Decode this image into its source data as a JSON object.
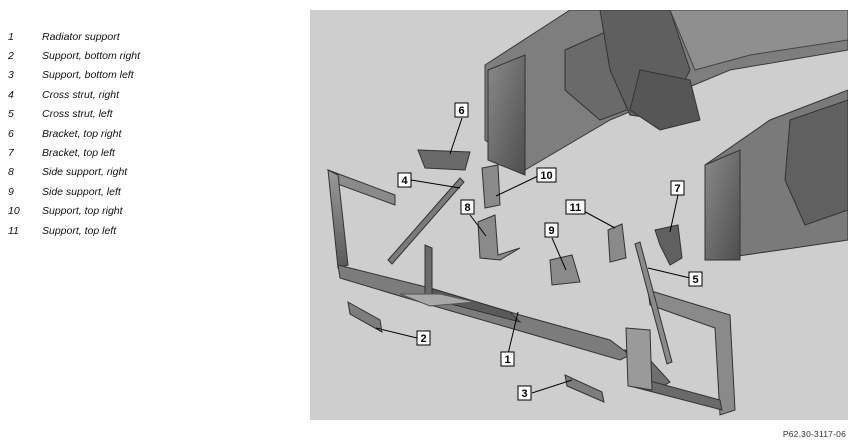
{
  "legend": {
    "items": [
      {
        "num": "1",
        "label": "Radiator support"
      },
      {
        "num": "2",
        "label": "Support, bottom right"
      },
      {
        "num": "3",
        "label": "Support, bottom left"
      },
      {
        "num": "4",
        "label": "Cross strut, right"
      },
      {
        "num": "5",
        "label": "Cross strut, left"
      },
      {
        "num": "6",
        "label": "Bracket, top right"
      },
      {
        "num": "7",
        "label": "Bracket, top left"
      },
      {
        "num": "8",
        "label": "Side support, right"
      },
      {
        "num": "9",
        "label": "Side support, left"
      },
      {
        "num": "10",
        "label": "Support, top right"
      },
      {
        "num": "11",
        "label": "Support, top left"
      }
    ]
  },
  "figure": {
    "code": "P62.30-3117-06",
    "background": "#cecece",
    "part_color": "#6b6b6b",
    "callouts": [
      "1",
      "2",
      "3",
      "4",
      "5",
      "6",
      "7",
      "8",
      "9",
      "10",
      "11"
    ]
  }
}
